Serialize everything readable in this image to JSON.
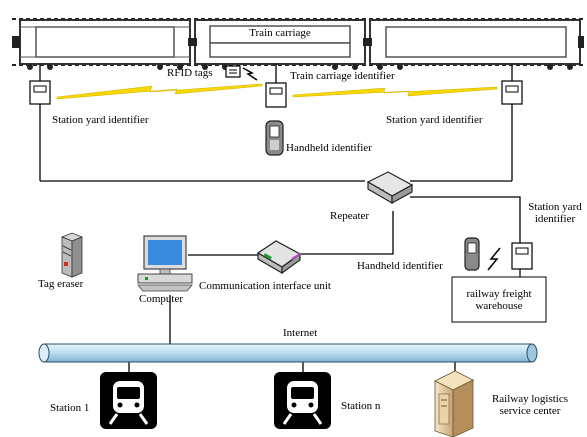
{
  "labels": {
    "train_carriage": "Train carriage",
    "rfid_tags": "RFID tags",
    "train_carriage_identifier": "Train carriage identifier",
    "station_yard_identifier_left": "Station yard identifier",
    "station_yard_identifier_right": "Station yard identifier",
    "handheld_identifier_top": "Handheld identifier",
    "repeater": "Repeater",
    "station_yard_identifier_warehouse": "Station yard\nidentifier",
    "handheld_identifier_warehouse": "Handheld identifier",
    "railway_freight_warehouse": "railway freight\nwarehouse",
    "tag_eraser": "Tag eraser",
    "computer": "Computer",
    "communication_interface_unit": "Communication interface unit",
    "internet": "Internet",
    "station_1": "Station 1",
    "station_n": "Station n",
    "railway_logistics_service_center": "Railway logistics\nservice center"
  },
  "colors": {
    "lightning": "#f5d800",
    "pipe_fill": "#c9e3f2",
    "station_icon_bg": "#000000",
    "wagon_fill": "#ffffff",
    "wagon_frame": "#555555"
  },
  "icons": [
    "train-carriage-icon",
    "rfid-tag-icon",
    "identifier-reader-icon",
    "handheld-device-icon",
    "repeater-icon",
    "computer-icon",
    "tag-eraser-icon",
    "communication-interface-icon",
    "internet-pipe-icon",
    "train-station-icon",
    "server-icon",
    "lightning-icon"
  ]
}
